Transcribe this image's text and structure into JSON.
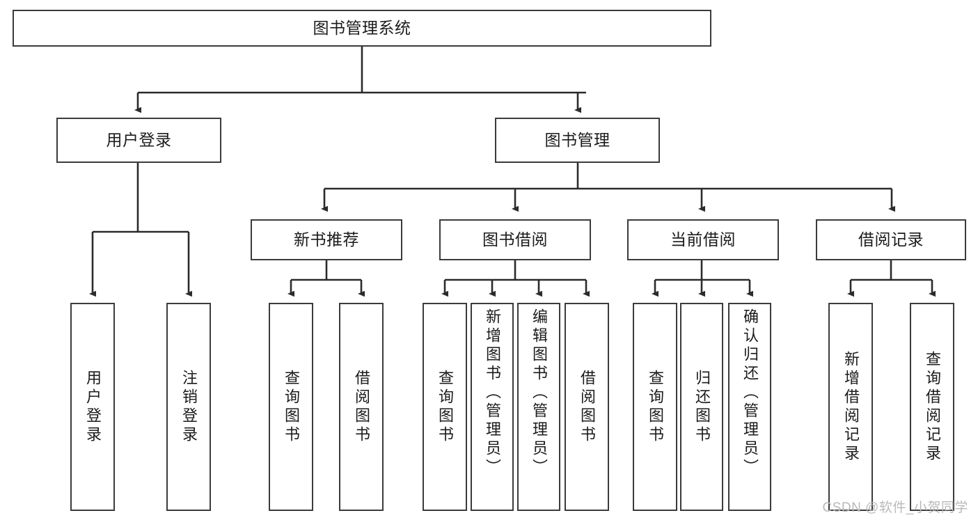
{
  "diagram": {
    "type": "hierarchy-tree",
    "title": "图书管理系统",
    "watermark": "CSDN @软件_小贺同学",
    "colors": {
      "box_border": "#3b3b3b",
      "box_fill": "#ffffff",
      "connector": "#2b2b2b",
      "text": "#1b1b1b",
      "watermark": "#b9b9b9",
      "background": "#ffffff"
    },
    "nodes": {
      "root": {
        "label": "图书管理系统",
        "level": 0
      },
      "level1": [
        {
          "id": "user-login",
          "label": "用户登录"
        },
        {
          "id": "book-management",
          "label": "图书管理"
        }
      ],
      "level2": [
        {
          "id": "new-book-recommend",
          "label": "新书推荐",
          "parent": "book-management"
        },
        {
          "id": "book-borrow",
          "label": "图书借阅",
          "parent": "book-management"
        },
        {
          "id": "current-borrow",
          "label": "当前借阅",
          "parent": "book-management"
        },
        {
          "id": "borrow-record",
          "label": "借阅记录",
          "parent": "book-management"
        }
      ],
      "leaves": {
        "user-login": [
          {
            "id": "leaf-user-login",
            "label": "用户登录"
          },
          {
            "id": "leaf-user-logout",
            "label": "注销登录"
          }
        ],
        "new-book-recommend": [
          {
            "id": "leaf-query-book-1",
            "label": "查询图书"
          },
          {
            "id": "leaf-borrow-book-1",
            "label": "借阅图书"
          }
        ],
        "book-borrow": [
          {
            "id": "leaf-query-book-2",
            "label": "查询图书"
          },
          {
            "id": "leaf-add-book",
            "label": "新增图书（管理员）"
          },
          {
            "id": "leaf-edit-book",
            "label": "编辑图书（管理员）"
          },
          {
            "id": "leaf-borrow-book-2",
            "label": "借阅图书"
          }
        ],
        "current-borrow": [
          {
            "id": "leaf-query-book-3",
            "label": "查询图书"
          },
          {
            "id": "leaf-return-book",
            "label": "归还图书"
          },
          {
            "id": "leaf-confirm-return",
            "label": "确认归还（管理员）"
          }
        ],
        "borrow-record": [
          {
            "id": "leaf-add-record",
            "label": "新增借阅记录"
          },
          {
            "id": "leaf-query-record",
            "label": "查询借阅记录"
          }
        ]
      }
    }
  }
}
